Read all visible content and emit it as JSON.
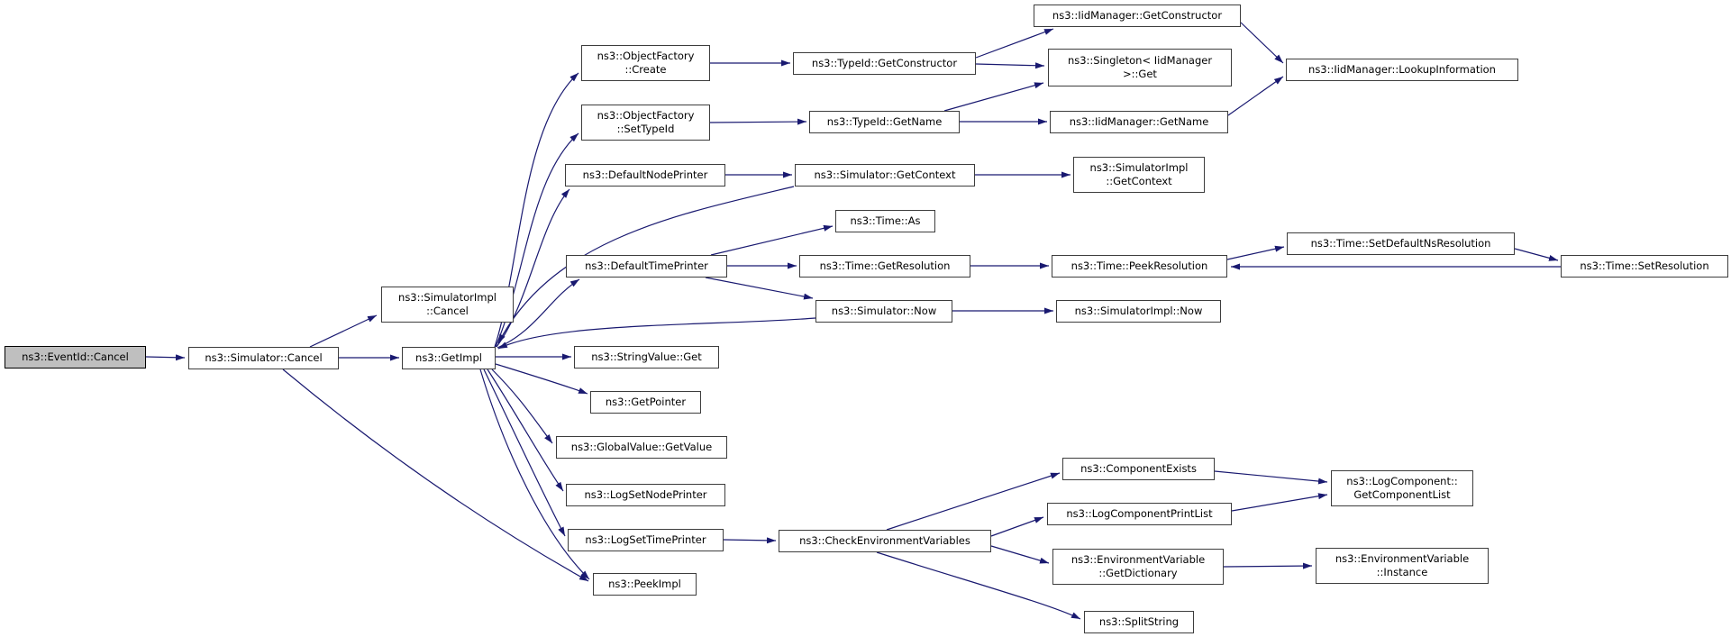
{
  "diagram": {
    "kind": "doxygen-call-graph",
    "root_function": "ns3::EventId::Cancel",
    "colors": {
      "edge": "#191970",
      "node_border": "#3d3d3d",
      "node_fill": "#ffffff",
      "highlight_fill": "#bfbfbf",
      "text": "#000000",
      "background": "#ffffff"
    },
    "nodes": [
      {
        "id": "eventid-cancel",
        "label": "ns3::EventId::Cancel",
        "highlighted": true
      },
      {
        "id": "simulator-cancel",
        "label": "ns3::Simulator::Cancel"
      },
      {
        "id": "simulatorimpl-cancel",
        "label": "ns3::SimulatorImpl\n::Cancel"
      },
      {
        "id": "getimpl",
        "label": "ns3::GetImpl"
      },
      {
        "id": "objectfactory-create",
        "label": "ns3::ObjectFactory\n::Create"
      },
      {
        "id": "objectfactory-settypeid",
        "label": "ns3::ObjectFactory\n::SetTypeId"
      },
      {
        "id": "defaultnodeprinter",
        "label": "ns3::DefaultNodePrinter"
      },
      {
        "id": "defaulttimeprinter",
        "label": "ns3::DefaultTimePrinter"
      },
      {
        "id": "stringvalue-get",
        "label": "ns3::StringValue::Get"
      },
      {
        "id": "getpointer",
        "label": "ns3::GetPointer"
      },
      {
        "id": "globalvalue-getvalue",
        "label": "ns3::GlobalValue::GetValue"
      },
      {
        "id": "logsetnodeprinter",
        "label": "ns3::LogSetNodePrinter"
      },
      {
        "id": "logsettimeprinter",
        "label": "ns3::LogSetTimePrinter"
      },
      {
        "id": "peekimpl",
        "label": "ns3::PeekImpl"
      },
      {
        "id": "typeid-getconstructor",
        "label": "ns3::TypeId::GetConstructor"
      },
      {
        "id": "typeid-getname",
        "label": "ns3::TypeId::GetName"
      },
      {
        "id": "simulator-getcontext",
        "label": "ns3::Simulator::GetContext"
      },
      {
        "id": "time-as",
        "label": "ns3::Time::As"
      },
      {
        "id": "time-getresolution",
        "label": "ns3::Time::GetResolution"
      },
      {
        "id": "simulator-now",
        "label": "ns3::Simulator::Now"
      },
      {
        "id": "iidmanager-getconstructor",
        "label": "ns3::IidManager::GetConstructor"
      },
      {
        "id": "singleton-iidmanager-get",
        "label": "ns3::Singleton< IidManager\n>::Get"
      },
      {
        "id": "iidmanager-getname",
        "label": "ns3::IidManager::GetName"
      },
      {
        "id": "simulatorimpl-getcontext",
        "label": "ns3::SimulatorImpl\n::GetContext"
      },
      {
        "id": "time-peekresolution",
        "label": "ns3::Time::PeekResolution"
      },
      {
        "id": "simulatorimpl-now",
        "label": "ns3::SimulatorImpl::Now"
      },
      {
        "id": "checkenvironmentvariables",
        "label": "ns3::CheckEnvironmentVariables"
      },
      {
        "id": "iidmanager-lookupinformation",
        "label": "ns3::IidManager::LookupInformation"
      },
      {
        "id": "time-setdefaultnsresolution",
        "label": "ns3::Time::SetDefaultNsResolution"
      },
      {
        "id": "time-setresolution",
        "label": "ns3::Time::SetResolution"
      },
      {
        "id": "componentexists",
        "label": "ns3::ComponentExists"
      },
      {
        "id": "logcomponentprintlist",
        "label": "ns3::LogComponentPrintList"
      },
      {
        "id": "logcomponent-getcomponentlist",
        "label": "ns3::LogComponent::\nGetComponentList"
      },
      {
        "id": "environmentvariable-getdictionary",
        "label": "ns3::EnvironmentVariable\n::GetDictionary"
      },
      {
        "id": "environmentvariable-instance",
        "label": "ns3::EnvironmentVariable\n::Instance"
      },
      {
        "id": "splitstring",
        "label": "ns3::SplitString"
      }
    ],
    "edges": [
      {
        "from": "eventid-cancel",
        "to": "simulator-cancel"
      },
      {
        "from": "simulator-cancel",
        "to": "simulatorimpl-cancel"
      },
      {
        "from": "simulator-cancel",
        "to": "getimpl"
      },
      {
        "from": "simulator-cancel",
        "to": "peekimpl"
      },
      {
        "from": "getimpl",
        "to": "objectfactory-create"
      },
      {
        "from": "getimpl",
        "to": "objectfactory-settypeid"
      },
      {
        "from": "getimpl",
        "to": "defaultnodeprinter"
      },
      {
        "from": "getimpl",
        "to": "defaulttimeprinter"
      },
      {
        "from": "getimpl",
        "to": "stringvalue-get"
      },
      {
        "from": "getimpl",
        "to": "getpointer"
      },
      {
        "from": "getimpl",
        "to": "globalvalue-getvalue"
      },
      {
        "from": "getimpl",
        "to": "logsetnodeprinter"
      },
      {
        "from": "getimpl",
        "to": "logsettimeprinter"
      },
      {
        "from": "getimpl",
        "to": "peekimpl"
      },
      {
        "from": "objectfactory-create",
        "to": "typeid-getconstructor"
      },
      {
        "from": "objectfactory-settypeid",
        "to": "typeid-getname"
      },
      {
        "from": "defaultnodeprinter",
        "to": "simulator-getcontext"
      },
      {
        "from": "defaulttimeprinter",
        "to": "time-as"
      },
      {
        "from": "defaulttimeprinter",
        "to": "time-getresolution"
      },
      {
        "from": "defaulttimeprinter",
        "to": "simulator-now"
      },
      {
        "from": "typeid-getconstructor",
        "to": "iidmanager-getconstructor"
      },
      {
        "from": "typeid-getconstructor",
        "to": "singleton-iidmanager-get"
      },
      {
        "from": "typeid-getname",
        "to": "singleton-iidmanager-get"
      },
      {
        "from": "typeid-getname",
        "to": "iidmanager-getname"
      },
      {
        "from": "simulator-getcontext",
        "to": "simulatorimpl-getcontext"
      },
      {
        "from": "simulator-getcontext",
        "to": "getimpl"
      },
      {
        "from": "simulator-now",
        "to": "simulatorimpl-now"
      },
      {
        "from": "simulator-now",
        "to": "getimpl"
      },
      {
        "from": "time-getresolution",
        "to": "time-peekresolution"
      },
      {
        "from": "time-peekresolution",
        "to": "time-setdefaultnsresolution"
      },
      {
        "from": "time-setdefaultnsresolution",
        "to": "time-setresolution"
      },
      {
        "from": "time-setresolution",
        "to": "time-peekresolution"
      },
      {
        "from": "iidmanager-getconstructor",
        "to": "iidmanager-lookupinformation"
      },
      {
        "from": "iidmanager-getname",
        "to": "iidmanager-lookupinformation"
      },
      {
        "from": "logsettimeprinter",
        "to": "checkenvironmentvariables"
      },
      {
        "from": "checkenvironmentvariables",
        "to": "componentexists"
      },
      {
        "from": "checkenvironmentvariables",
        "to": "logcomponentprintlist"
      },
      {
        "from": "checkenvironmentvariables",
        "to": "environmentvariable-getdictionary"
      },
      {
        "from": "checkenvironmentvariables",
        "to": "splitstring"
      },
      {
        "from": "componentexists",
        "to": "logcomponent-getcomponentlist"
      },
      {
        "from": "logcomponentprintlist",
        "to": "logcomponent-getcomponentlist"
      },
      {
        "from": "environmentvariable-getdictionary",
        "to": "environmentvariable-instance"
      }
    ]
  }
}
